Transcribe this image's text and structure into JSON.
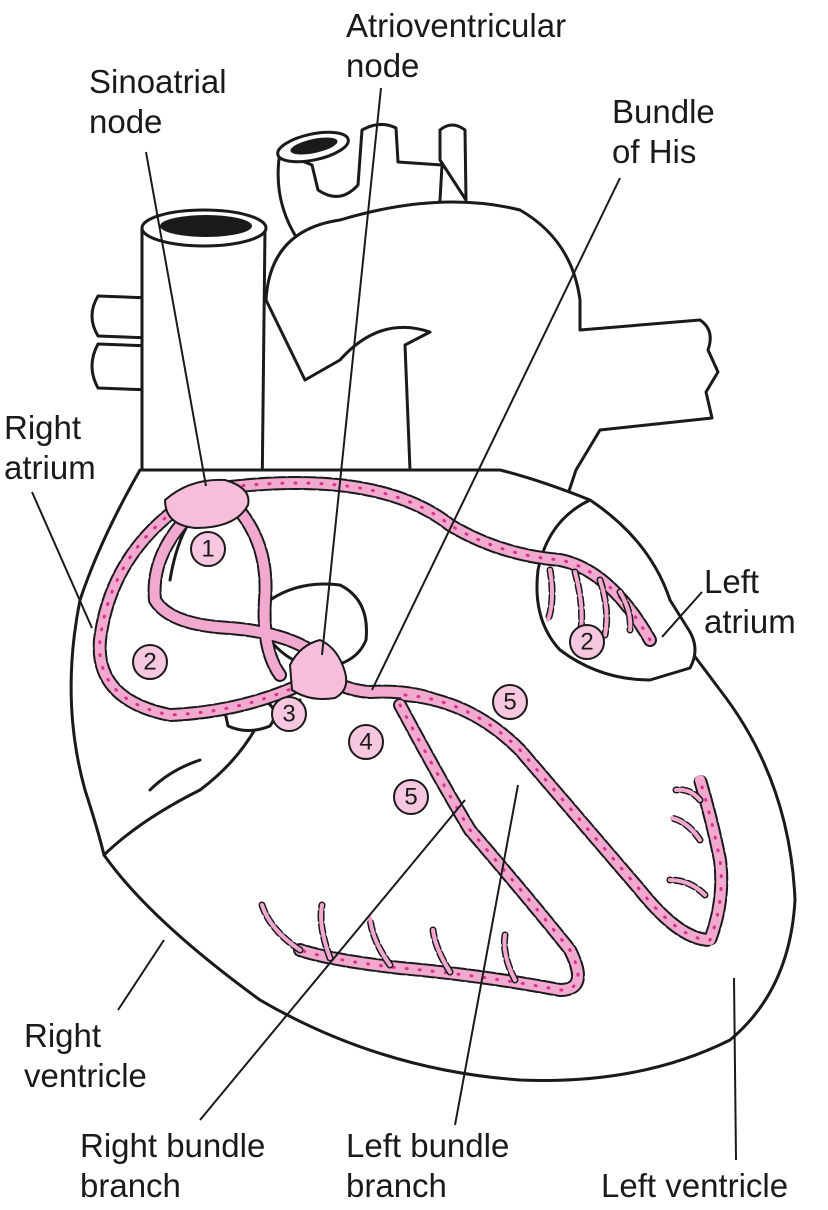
{
  "labels": {
    "sinoatrial": "Sinoatrial\nnode",
    "atrioventricular": "Atrioventricular\nnode",
    "bundle_his": "Bundle\nof His",
    "right_atrium": "Right\natrium",
    "left_atrium": "Left\natrium",
    "right_ventricle": "Right\nventricle",
    "right_bundle": "Right bundle\nbranch",
    "left_bundle": "Left bundle\nbranch",
    "left_ventricle": "Left ventricle"
  },
  "markers": {
    "m1": "1",
    "m2a": "2",
    "m2b": "2",
    "m3": "3",
    "m4": "4",
    "m5a": "5",
    "m5b": "5"
  },
  "colors": {
    "outline": "#1a1a1a",
    "pathway": "#f2a9cf",
    "pathway_dots": "#d6338a",
    "node_fill": "#f7bedb",
    "marker_fill": "#f7c6df"
  }
}
